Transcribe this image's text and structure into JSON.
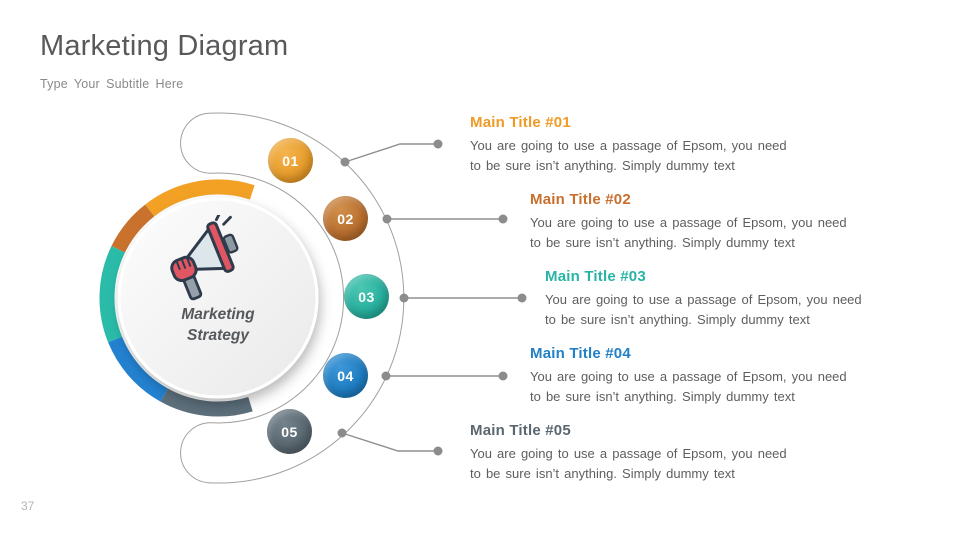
{
  "slide": {
    "title": "Marketing Diagram",
    "subtitle": "Type Your Subtitle Here",
    "page_number": "37",
    "background_color": "#FFFFFF"
  },
  "center_graphic": {
    "icon": "megaphone-icon",
    "label_line1": "Marketing",
    "label_line2": "Strategy",
    "label_color": "#55585C",
    "ring_colors": [
      "#F2A124",
      "#C9722E",
      "#2ABCA9",
      "#2382D0",
      "#5C6F7B"
    ]
  },
  "items": [
    {
      "number": "01",
      "accent_color": "#F09A26",
      "title": "Main Title #01",
      "body_line1": "You are going to use a passage of Epsom, you need",
      "body_line2": "to be sure isn’t anything.  Simply  dummy  text"
    },
    {
      "number": "02",
      "accent_color": "#C96F2D",
      "title": "Main Title #02",
      "body_line1": "You are going to use a passage of Epsom, you need",
      "body_line2": "to be sure isn’t anything.  Simply  dummy  text"
    },
    {
      "number": "03",
      "accent_color": "#28B4A3",
      "title": "Main Title #03",
      "body_line1": "You are going to use a passage of Epsom, you need",
      "body_line2": "to be sure isn’t anything.  Simply  dummy  text"
    },
    {
      "number": "04",
      "accent_color": "#2180C6",
      "title": "Main Title #04",
      "body_line1": "You are going to use a passage of Epsom, you need",
      "body_line2": "to be sure isn’t anything.  Simply  dummy  text"
    },
    {
      "number": "05",
      "accent_color": "#5B6770",
      "title": "Main Title #05",
      "body_line1": "You are going to use a passage of Epsom, you need",
      "body_line2": "to be sure isn’t anything.  Simply  dummy  text"
    }
  ]
}
